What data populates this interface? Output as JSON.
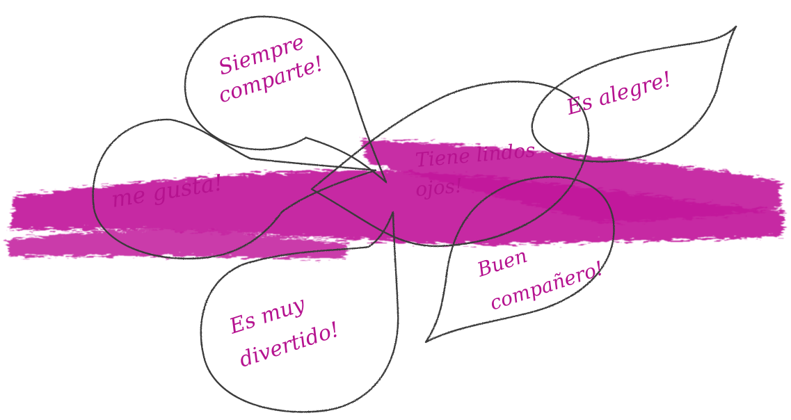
{
  "colors": {
    "accent": "#b5128f",
    "brush": "#c11a9b",
    "outline": "#3a3a3a"
  },
  "bubbles": [
    {
      "lines": [
        "Siempre",
        "comparte!"
      ]
    },
    {
      "lines": [
        "Es alegre!"
      ]
    },
    {
      "lines": [
        "Tiene lindos",
        "ojos!"
      ]
    },
    {
      "lines": [
        "me gusta!"
      ]
    },
    {
      "lines": [
        "Buen",
        "compañero!"
      ]
    },
    {
      "lines": [
        "Es muy",
        "divertido!"
      ]
    }
  ]
}
